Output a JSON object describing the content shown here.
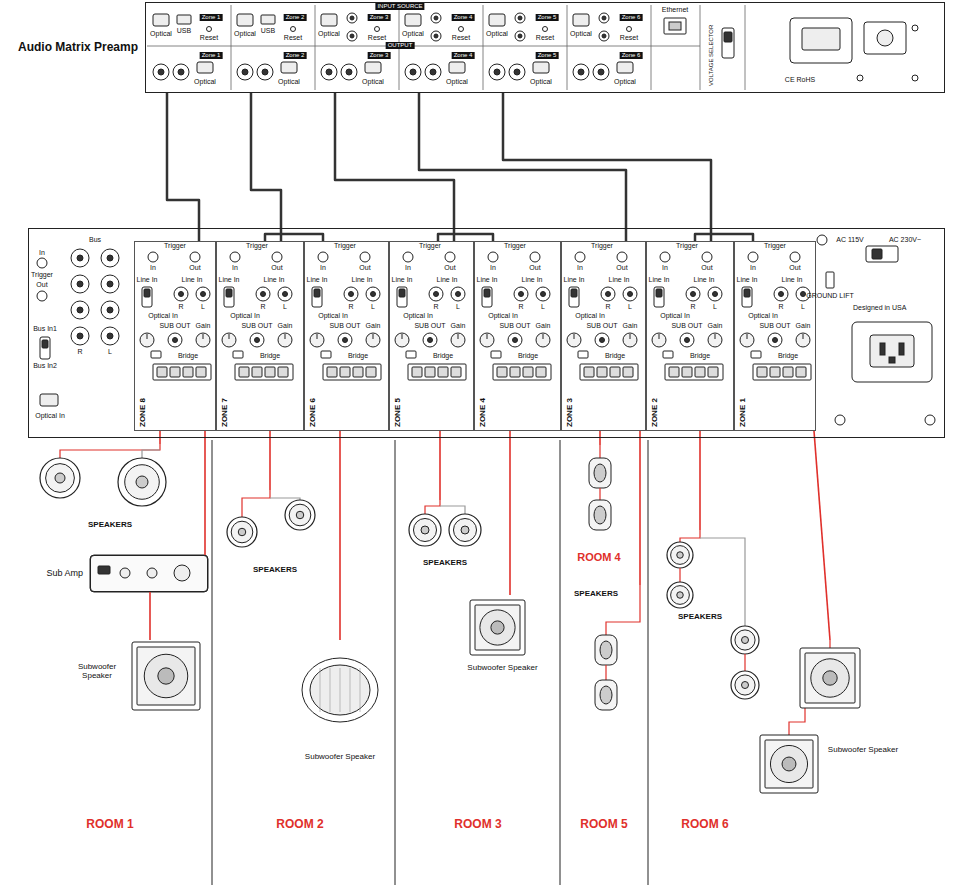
{
  "diagram": {
    "nodes": [
      {
        "text": [
          "Audio Matrix Preamp"
        ]
      },
      {
        "text": [
          "Designed in USA"
        ]
      },
      {
        "text": [
          "ZONE 8"
        ],
        "in": 1
      },
      {
        "text": [
          "ZONE 7"
        ],
        "in": 1
      },
      {
        "text": [
          "ZONE 6"
        ],
        "in": 1
      },
      {
        "text": [
          "ZONE 5"
        ],
        "in": 1
      },
      {
        "text": [
          "ZONE 4"
        ],
        "in": 1
      },
      {
        "text": [
          "ZONE 3"
        ],
        "in": 1
      },
      {
        "text": [
          "ZONE 2"
        ],
        "in": 1
      },
      {
        "text": [
          "ZONE 1"
        ],
        "in": 1
      },
      {
        "text": [
          "SPEAKERS"
        ]
      },
      {
        "text": [
          "Sub Amp"
        ]
      },
      {
        "text": [
          "Subwoofer Speaker"
        ]
      },
      {
        "text": [
          "SPEAKERS"
        ]
      },
      {
        "text": [
          "Subwoofer Speaker"
        ]
      },
      {
        "text": [
          "SPEAKERS"
        ]
      },
      {
        "text": [
          "Subwoofer Speaker"
        ]
      },
      {
        "text": [
          "ROOM 4"
        ]
      },
      {
        "text": [
          "SPEAKERS"
        ]
      },
      {
        "text": [
          "SPEAKERS"
        ]
      },
      {
        "text": [
          "Subwoofer Speaker"
        ]
      }
    ],
    "edges": [
      {
        "from": 0,
        "to": 2,
        "arrow": "none"
      },
      {
        "from": 0,
        "to": 3,
        "arrow": "none"
      },
      {
        "from": 0,
        "to": 5,
        "arrow": "none"
      },
      {
        "from": 0,
        "to": 7,
        "arrow": "none"
      },
      {
        "from": 0,
        "to": 8,
        "arrow": "none"
      },
      {
        "from": 3,
        "to": 4,
        "arrow": "none"
      },
      {
        "from": 5,
        "to": 6,
        "arrow": "none"
      },
      {
        "from": 8,
        "to": 9,
        "arrow": "none"
      },
      {
        "from": 2,
        "to": 10,
        "arrow": "none"
      },
      {
        "from": 2,
        "to": 11,
        "arrow": "none"
      },
      {
        "from": 11,
        "to": 12,
        "arrow": "none"
      },
      {
        "from": 3,
        "to": 13,
        "arrow": "none"
      },
      {
        "from": 4,
        "to": 14,
        "arrow": "none"
      },
      {
        "from": 5,
        "to": 15,
        "arrow": "none"
      },
      {
        "from": 6,
        "to": 16,
        "arrow": "none"
      },
      {
        "from": 7,
        "to": 17,
        "arrow": "none"
      },
      {
        "from": 7,
        "to": 18,
        "arrow": "none"
      },
      {
        "from": 8,
        "to": 19,
        "arrow": "none"
      },
      {
        "from": 9,
        "to": 20,
        "arrow": "none"
      }
    ],
    "labels": [
      "INPUT SOURCE",
      "OUTPUT",
      "Zone 1",
      "Zone 2",
      "Zone 3",
      "Zone 4",
      "Zone 5",
      "Zone 6",
      "Optical",
      "Optical",
      "Optical",
      "Optical",
      "Optical",
      "Optical",
      "Reset",
      "Reset",
      "Reset",
      "Reset",
      "Reset",
      "Reset",
      "USB",
      "USB",
      "Zone 1",
      "Zone 2",
      "Zone 3",
      "Zone 4",
      "Zone 5",
      "Zone 6",
      "Optical",
      "Optical",
      "Optical",
      "Optical",
      "Optical",
      "Optical",
      "Ethernet",
      "VOLTAGE SELECTOR",
      "CE RoHS",
      "Bus",
      "In",
      "Trigger",
      "Out",
      "Bus In1",
      "Bus In2",
      "R",
      "L",
      "Optical In",
      "AC 115V",
      "AC 230V~",
      "GROUND LIFT",
      "Trigger",
      "In",
      "Out",
      "Line In",
      "Line In",
      "R",
      "L",
      "Optical In",
      "SUB OUT",
      "Gain",
      "Bridge",
      "Trigger",
      "In",
      "Out",
      "Line In",
      "Line In",
      "R",
      "L",
      "Optical In",
      "SUB OUT",
      "Gain",
      "Bridge",
      "Trigger",
      "In",
      "Out",
      "Line In",
      "Line In",
      "R",
      "L",
      "Optical In",
      "SUB OUT",
      "Gain",
      "Bridge",
      "Trigger",
      "In",
      "Out",
      "Line In",
      "Line In",
      "R",
      "L",
      "Optical In",
      "SUB OUT",
      "Gain",
      "Bridge",
      "Trigger",
      "In",
      "Out",
      "Line In",
      "Line In",
      "R",
      "L",
      "Optical In",
      "SUB OUT",
      "Gain",
      "Bridge",
      "Trigger",
      "In",
      "Out",
      "Line In",
      "Line In",
      "R",
      "L",
      "Optical In",
      "SUB OUT",
      "Gain",
      "Bridge",
      "Trigger",
      "In",
      "Out",
      "Line In",
      "Line In",
      "R",
      "L",
      "Optical In",
      "SUB OUT",
      "Gain",
      "Bridge",
      "Trigger",
      "In",
      "Out",
      "Line In",
      "Line In",
      "R",
      "L",
      "Optical In",
      "SUB OUT",
      "Gain",
      "Bridge",
      "ROOM 1",
      "ROOM 2",
      "ROOM 3",
      "ROOM 5",
      "ROOM 6"
    ]
  }
}
